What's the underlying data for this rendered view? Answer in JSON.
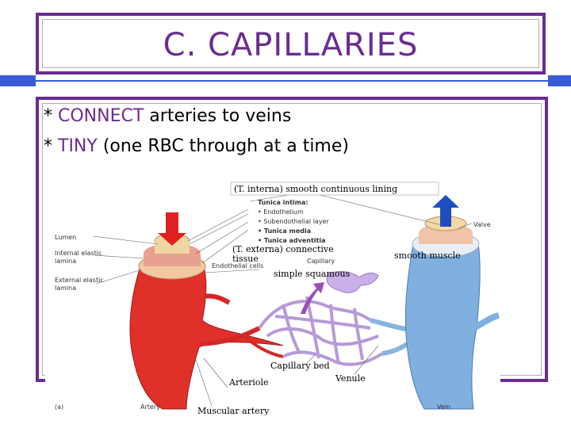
{
  "title": "C. CAPILLARIES",
  "bullets": [
    {
      "marker": "* ",
      "keyword": "CONNECT",
      "rest": " arteries to veins"
    },
    {
      "marker": "* ",
      "keyword": "TINY",
      "rest": " (one RBC through at a time)"
    }
  ],
  "figure": {
    "annotations": {
      "t_interna": "(T. interna) smooth continuous lining",
      "t_externa_1": "(T. externa) connective",
      "t_externa_2": "tissue",
      "smooth_muscle": "smooth muscle",
      "simple_squamous": "simple squamous",
      "capillary_bed": "Capillary bed",
      "venule": "Venule",
      "arteriole": "Arteriole",
      "muscular_artery": "Muscular artery"
    },
    "labels": {
      "tunica_intima": "Tunica intima:",
      "endothelium": "• Endothelium",
      "subendothelial": "• Subendothelial layer",
      "tunica_media": "• Tunica media",
      "tunica_adventitia": "• Tunica adventitia",
      "valve": "Valve",
      "capillary": "Capillary",
      "lumen": "Lumen",
      "internal_elastic_1": "Internal elastic",
      "internal_elastic_2": "lamina",
      "external_elastic_1": "External elastic",
      "external_elastic_2": "lamina",
      "endothelial_cells": "Endothelial cells",
      "panel": "(a)",
      "artery": "Artery",
      "vein": "Vein"
    },
    "colors": {
      "artery": "#e0302a",
      "vein": "#7fb0e0",
      "capillary": "#b79ad8",
      "flow_in": "#e02020",
      "flow_out": "#1d4ec0",
      "frame": "#6b2c91"
    }
  }
}
